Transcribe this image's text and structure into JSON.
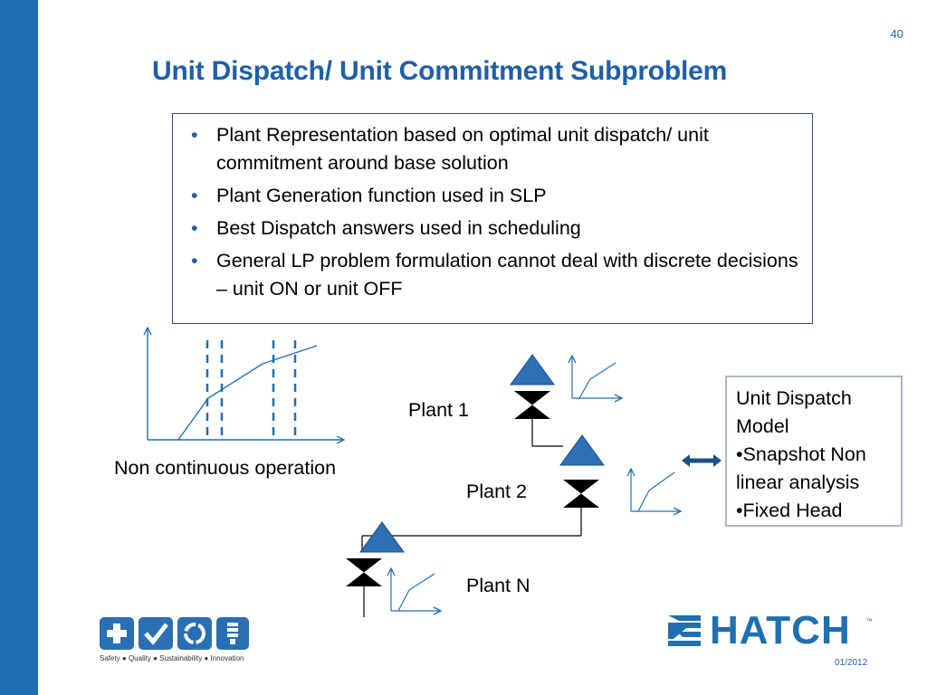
{
  "slide": {
    "page_number": "40",
    "title": "Unit Dispatch/ Unit Commitment Subproblem",
    "bullets": [
      "Plant Representation based on optimal unit dispatch/ unit commitment around base solution",
      "Plant Generation function used in SLP",
      "Best Dispatch answers used in scheduling",
      "General LP problem formulation cannot deal with discrete decisions – unit ON or unit OFF"
    ],
    "bullet_symbol": "•"
  },
  "diagram": {
    "curve_caption": "Non continuous operation",
    "plants": [
      "Plant 1",
      "Plant 2",
      "Plant N"
    ],
    "model_box": [
      "Unit Dispatch",
      "Model",
      "•Snapshot Non",
      "linear analysis",
      "•Fixed Head"
    ]
  },
  "footer": {
    "values_tagline": "Safety ● Quality ● Sustainability ● Innovation",
    "brand": "HATCH",
    "trademark": "™",
    "date": "01/2012"
  },
  "colors": {
    "accent_blue": "#1f6fb2",
    "title_blue": "#1f5fa8",
    "triangle_blue": "#2e6fb5"
  },
  "icons": [
    "plus-icon",
    "check-icon",
    "recycle-icon",
    "bulb-icon",
    "valve-icon",
    "triangle-icon",
    "double-arrow-icon"
  ]
}
